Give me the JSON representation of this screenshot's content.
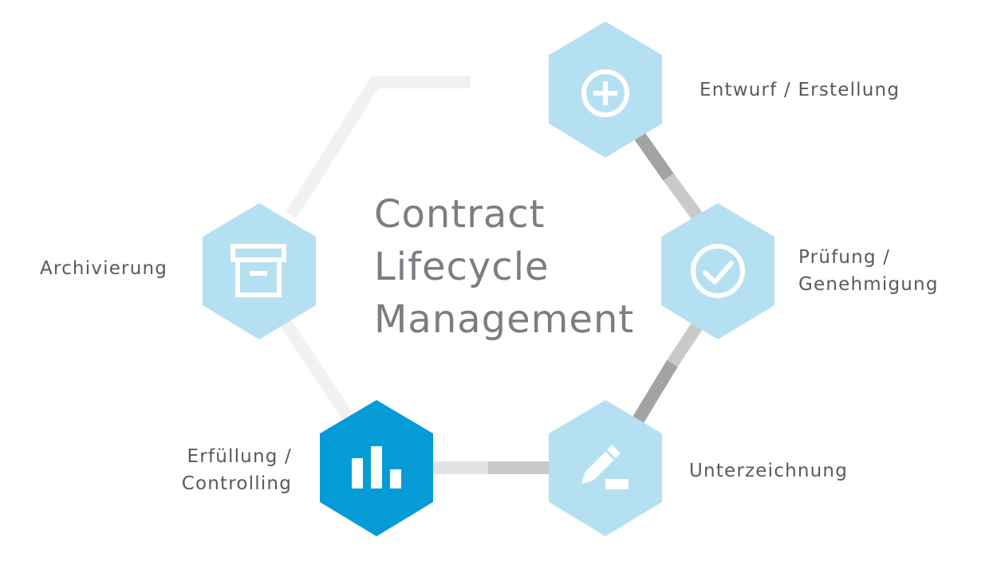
{
  "title_lines": [
    "Contract",
    "Lifecycle",
    "Management"
  ],
  "stages": [
    {
      "key": "entwurf",
      "lines": [
        "Entwurf / Erstellung"
      ],
      "icon": "plus-circle-icon",
      "active": false
    },
    {
      "key": "pruefung",
      "lines": [
        "Prüfung /",
        "Genehmigung"
      ],
      "icon": "check-circle-icon",
      "active": false
    },
    {
      "key": "unterzeichnung",
      "lines": [
        "Unterzeichnung"
      ],
      "icon": "pencil-sign-icon",
      "active": false
    },
    {
      "key": "erfuellung",
      "lines": [
        "Erfüllung /",
        "Controlling"
      ],
      "icon": "bar-chart-icon",
      "active": true
    },
    {
      "key": "archivierung",
      "lines": [
        "Archivierung"
      ],
      "icon": "archive-box-icon",
      "active": false
    }
  ],
  "colors": {
    "hex_inactive": "#b5e0f1",
    "hex_active": "#059bd6",
    "icon_fill": "#ffffff",
    "connector_dark": "#a3a3a3",
    "connector_mid": "#c9c9c9",
    "connector_light": "#e2e2e2",
    "connector_faint": "#f1f1f1",
    "label_text": "#555a5f",
    "title_text": "#7a7e82"
  }
}
